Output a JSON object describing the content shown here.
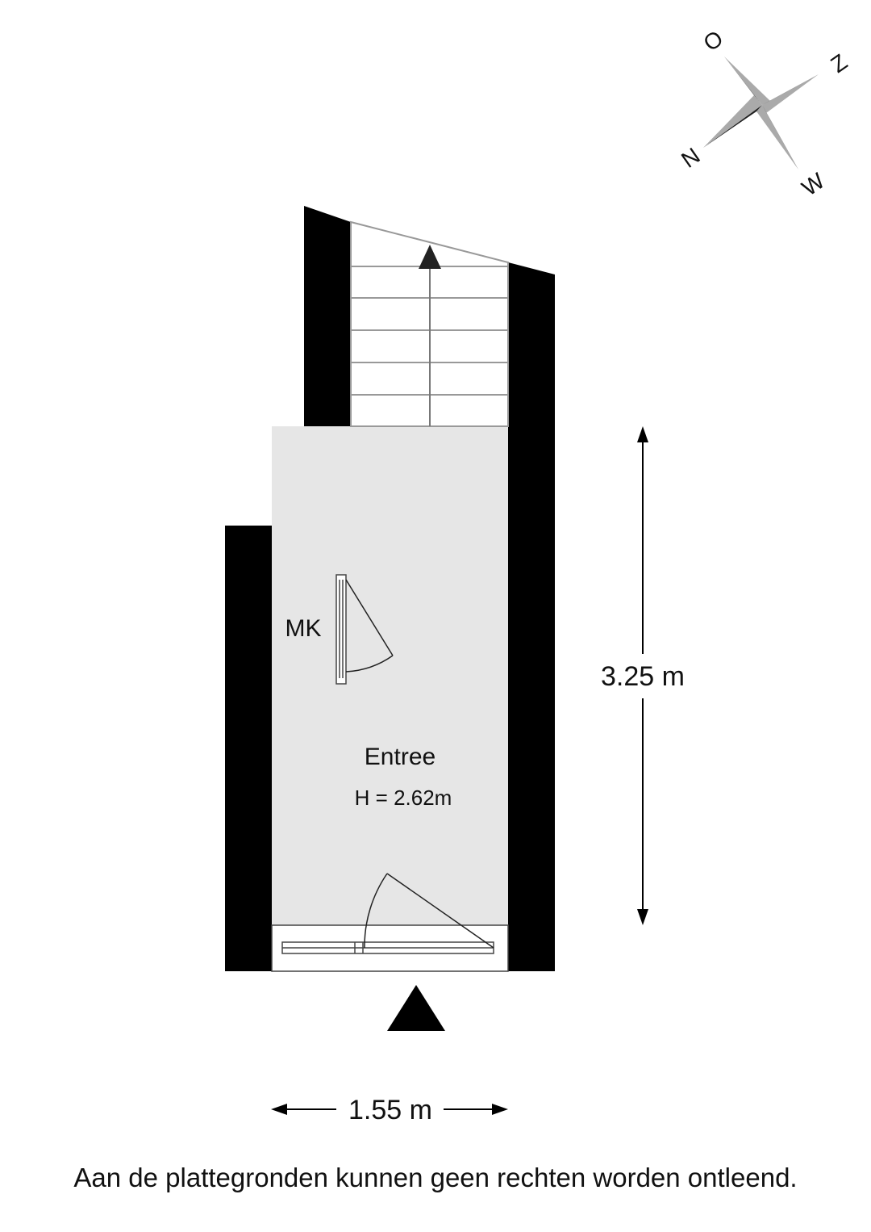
{
  "compass": {
    "top": "O",
    "right": "Z",
    "bottom": "W",
    "left": "N"
  },
  "rooms": {
    "entree": {
      "name": "Entree",
      "height": "H = 2.62m"
    },
    "closet": {
      "name": "MK"
    }
  },
  "dimensions": {
    "vertical": "3.25 m",
    "horizontal": "1.55 m"
  },
  "footer": {
    "disclaimer": "Aan de plattegronden kunnen geen rechten worden ontleend."
  }
}
